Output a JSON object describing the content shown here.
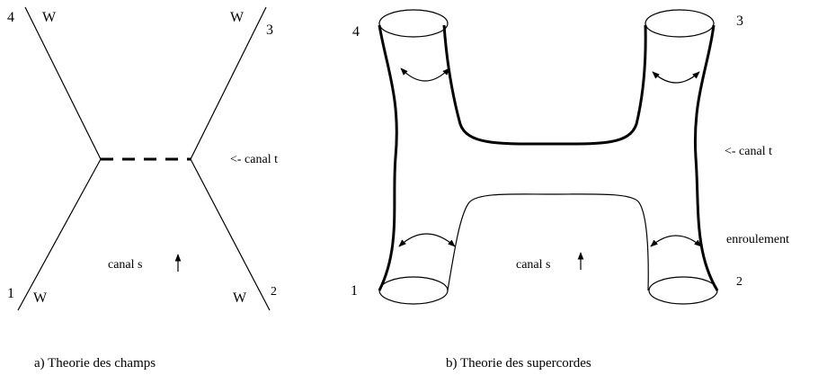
{
  "field_diagram": {
    "leg_labels": {
      "top_left": "4",
      "top_right": "3",
      "bottom_left": "1",
      "bottom_right": "2"
    },
    "particle_labels": {
      "top_left": "W",
      "top_right": "W",
      "bottom_left": "W",
      "bottom_right": "W"
    },
    "channel_t": "<- canal t",
    "channel_s": "canal s",
    "caption": "a) Theorie des champs"
  },
  "string_diagram": {
    "leg_labels": {
      "top_left": "4",
      "top_right": "3",
      "bottom_left": "1",
      "bottom_right": "2"
    },
    "channel_t": "<- canal t",
    "channel_s": "canal s",
    "winding": "enroulement",
    "caption": "b) Theorie des supercordes"
  }
}
